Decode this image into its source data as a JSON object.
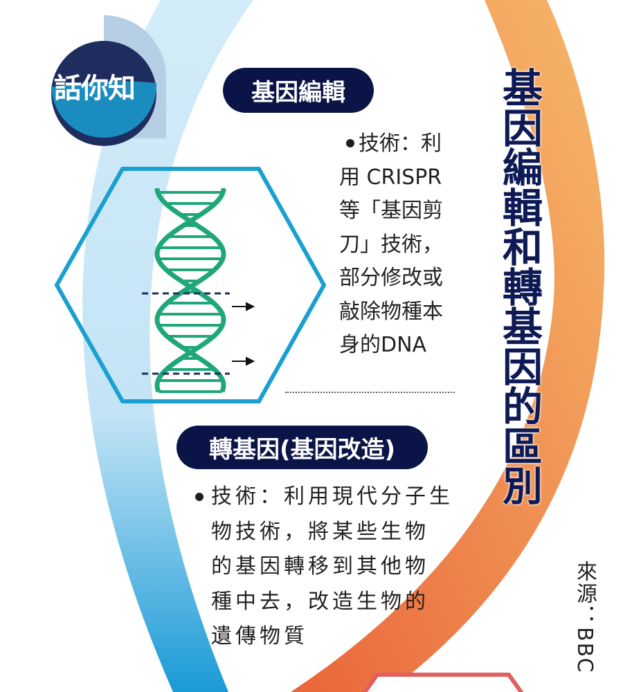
{
  "badge": {
    "label": "話你知"
  },
  "section1": {
    "title": "基因編輯",
    "lines": [
      "技術：利",
      "用 CRISPR",
      "等「基因剪",
      "刀」技術，",
      "部分修改或",
      "敲除物種本",
      "身的DNA"
    ]
  },
  "section2": {
    "title": "轉基因(基因改造)",
    "lines": [
      "技術：利用現代分子生",
      "物技術，將某些生物",
      "的基因轉移到其他物",
      "種中去，改造生物的",
      "遺傳物質"
    ]
  },
  "main_title": "基因編輯和轉基因的區別",
  "source": "來源：BBC",
  "colors": {
    "navy": "#0a1446",
    "green": "#1fa77a",
    "hex_blue": "#1aa0d0",
    "orange": "#f08a45",
    "light_blue": "#cde9f8"
  }
}
